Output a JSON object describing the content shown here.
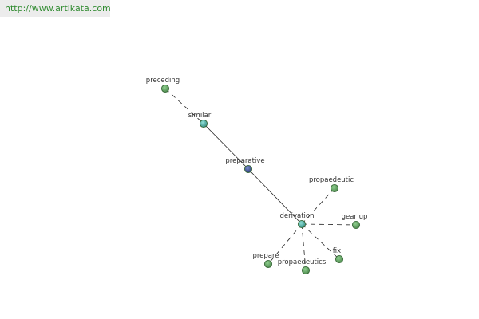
{
  "header": {
    "url_text": "http://www.artikata.com"
  },
  "colors": {
    "node_outer": "#3b6b3b",
    "node_green": "#5f9f5f",
    "node_teal": "#4aa9a0",
    "node_blue": "#3d4f8a",
    "edge": "#222222",
    "label": "#333333",
    "watermark_bg": "#ececec",
    "watermark_text": "#2f8a2f"
  },
  "graph": {
    "nodes": {
      "preceding": {
        "label": "preceding",
        "kind": "green"
      },
      "similar": {
        "label": "similar",
        "kind": "teal"
      },
      "preparative": {
        "label": "preparative",
        "kind": "blue"
      },
      "derivation": {
        "label": "derivation",
        "kind": "teal"
      },
      "propaedeutic": {
        "label": "propaedeutic",
        "kind": "green"
      },
      "gear_up": {
        "label": "gear up",
        "kind": "green"
      },
      "fix": {
        "label": "fix",
        "kind": "green"
      },
      "prepare": {
        "label": "prepare",
        "kind": "green"
      },
      "propaedeutics": {
        "label": "propaedeutics",
        "kind": "green"
      }
    },
    "edges": [
      {
        "from": "preceding",
        "to": "similar",
        "style": "dashed"
      },
      {
        "from": "similar",
        "to": "preparative",
        "style": "solid"
      },
      {
        "from": "preparative",
        "to": "derivation",
        "style": "solid"
      },
      {
        "from": "derivation",
        "to": "propaedeutic",
        "style": "dashed"
      },
      {
        "from": "derivation",
        "to": "gear_up",
        "style": "dashed"
      },
      {
        "from": "derivation",
        "to": "fix",
        "style": "dashed"
      },
      {
        "from": "derivation",
        "to": "prepare",
        "style": "dashed"
      },
      {
        "from": "derivation",
        "to": "propaedeutics",
        "style": "dashed"
      }
    ]
  }
}
